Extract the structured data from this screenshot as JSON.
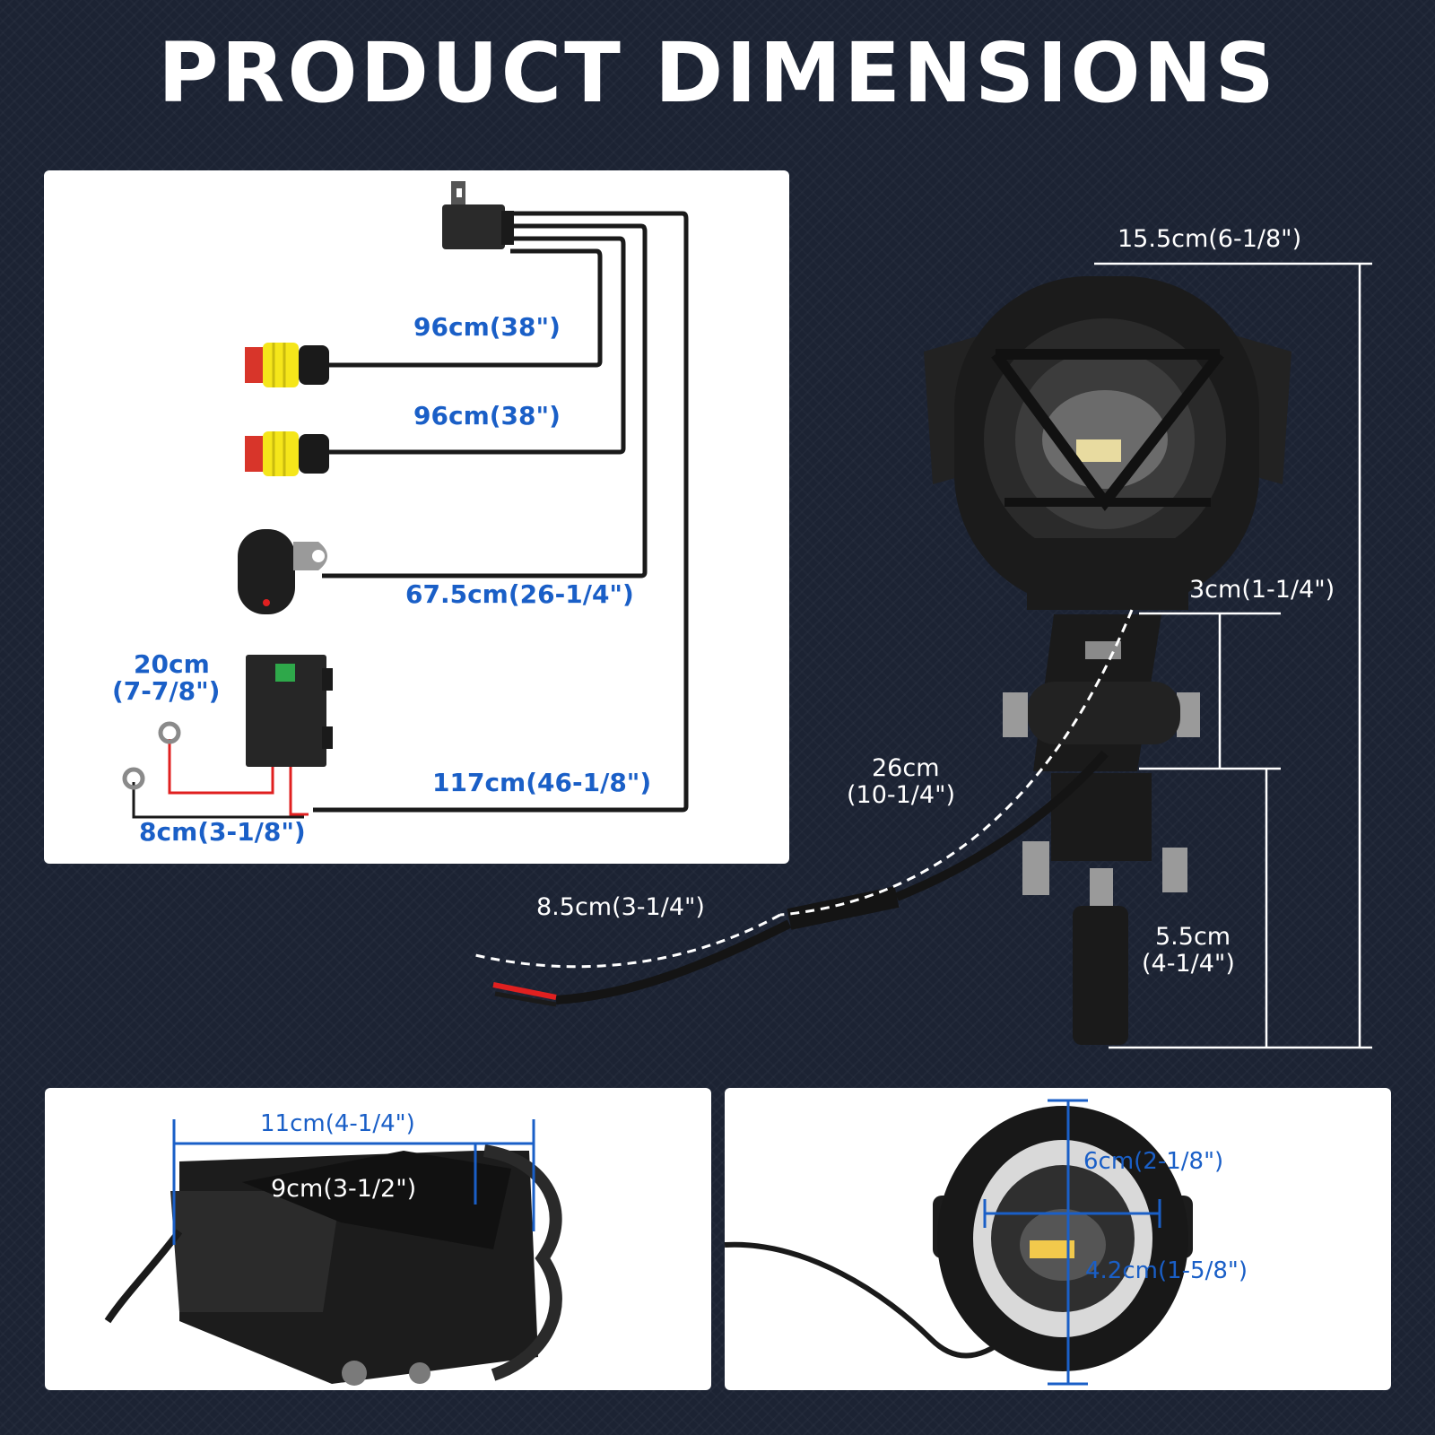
{
  "title": "PRODUCT DIMENSIONS",
  "wiring": {
    "connector1_length": "96cm(38\")",
    "connector2_length": "96cm(38\")",
    "switch_length": "67.5cm(26-1/4\")",
    "fuse_line1": "20cm",
    "fuse_line2": "(7-7/8\")",
    "main_length": "117cm(46-1/8\")",
    "ring_length": "8cm(3-1/8\")"
  },
  "light": {
    "total_height": "15.5cm(6-1/8\")",
    "upper_bracket": "3cm(1-1/4\")",
    "cable_line1": "26cm",
    "cable_line2": "(10-1/4\")",
    "pigtail_length": "8.5cm(3-1/4\")",
    "lower_line1": "5.5cm",
    "lower_line2": "(4-1/4\")"
  },
  "side_view": {
    "outer_width": "11cm(4-1/4\")",
    "inner_width": "9cm(3-1/2\")"
  },
  "front_view": {
    "height": "6cm(2-1/8\")",
    "lens_width": "4.2cm(1-5/8\")"
  },
  "colors": {
    "background": "#1c2333",
    "label_blue": "#1a5fc7",
    "wire": "#1a1a1a",
    "wire_red": "#e02020",
    "connector_yellow": "#f5e61a"
  }
}
